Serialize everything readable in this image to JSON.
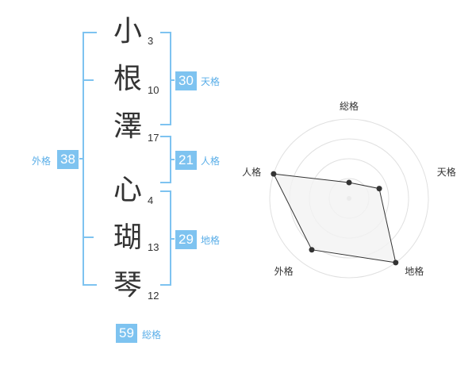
{
  "colors": {
    "accent": "#7ec3f0",
    "text": "#333333",
    "label": "#5aaee8"
  },
  "name": {
    "chars": [
      {
        "char": "小",
        "strokes": "3"
      },
      {
        "char": "根",
        "strokes": "10"
      },
      {
        "char": "澤",
        "strokes": "17"
      },
      {
        "char": "心",
        "strokes": "4"
      },
      {
        "char": "瑚",
        "strokes": "13"
      },
      {
        "char": "琴",
        "strokes": "12"
      }
    ]
  },
  "kaku": {
    "ten": {
      "value": "30",
      "label": "天格"
    },
    "jin": {
      "value": "21",
      "label": "人格"
    },
    "chi": {
      "value": "29",
      "label": "地格"
    },
    "gai": {
      "value": "38",
      "label": "外格"
    },
    "sou": {
      "value": "59",
      "label": "総格"
    }
  },
  "chart_data": {
    "type": "radar",
    "axes": [
      "総格",
      "天格",
      "地格",
      "外格",
      "人格"
    ],
    "values": [
      0.2,
      0.4,
      1.0,
      0.8,
      1.0
    ],
    "max": 1.0,
    "rings": 4,
    "fill": "#f2f2f2",
    "line": "#333333",
    "ring_color": "#e0e0e0"
  }
}
